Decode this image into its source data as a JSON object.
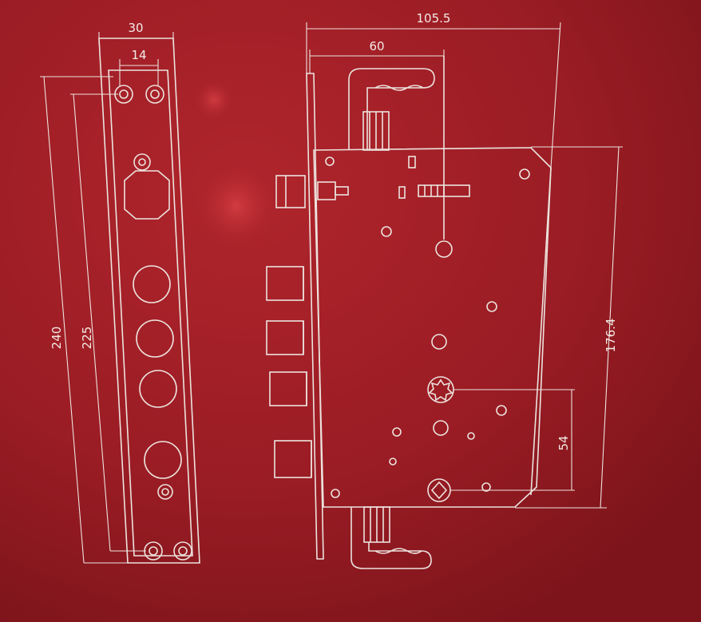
{
  "dimensions": {
    "faceplate_width": "30",
    "hole_spacing": "14",
    "faceplate_length": "240",
    "hole_distance": "225",
    "case_width": "105.5",
    "backset": "60",
    "case_height": "176.4",
    "center_distance": "54"
  },
  "colors": {
    "background": "#9e1c24",
    "line": "#ece3de"
  }
}
